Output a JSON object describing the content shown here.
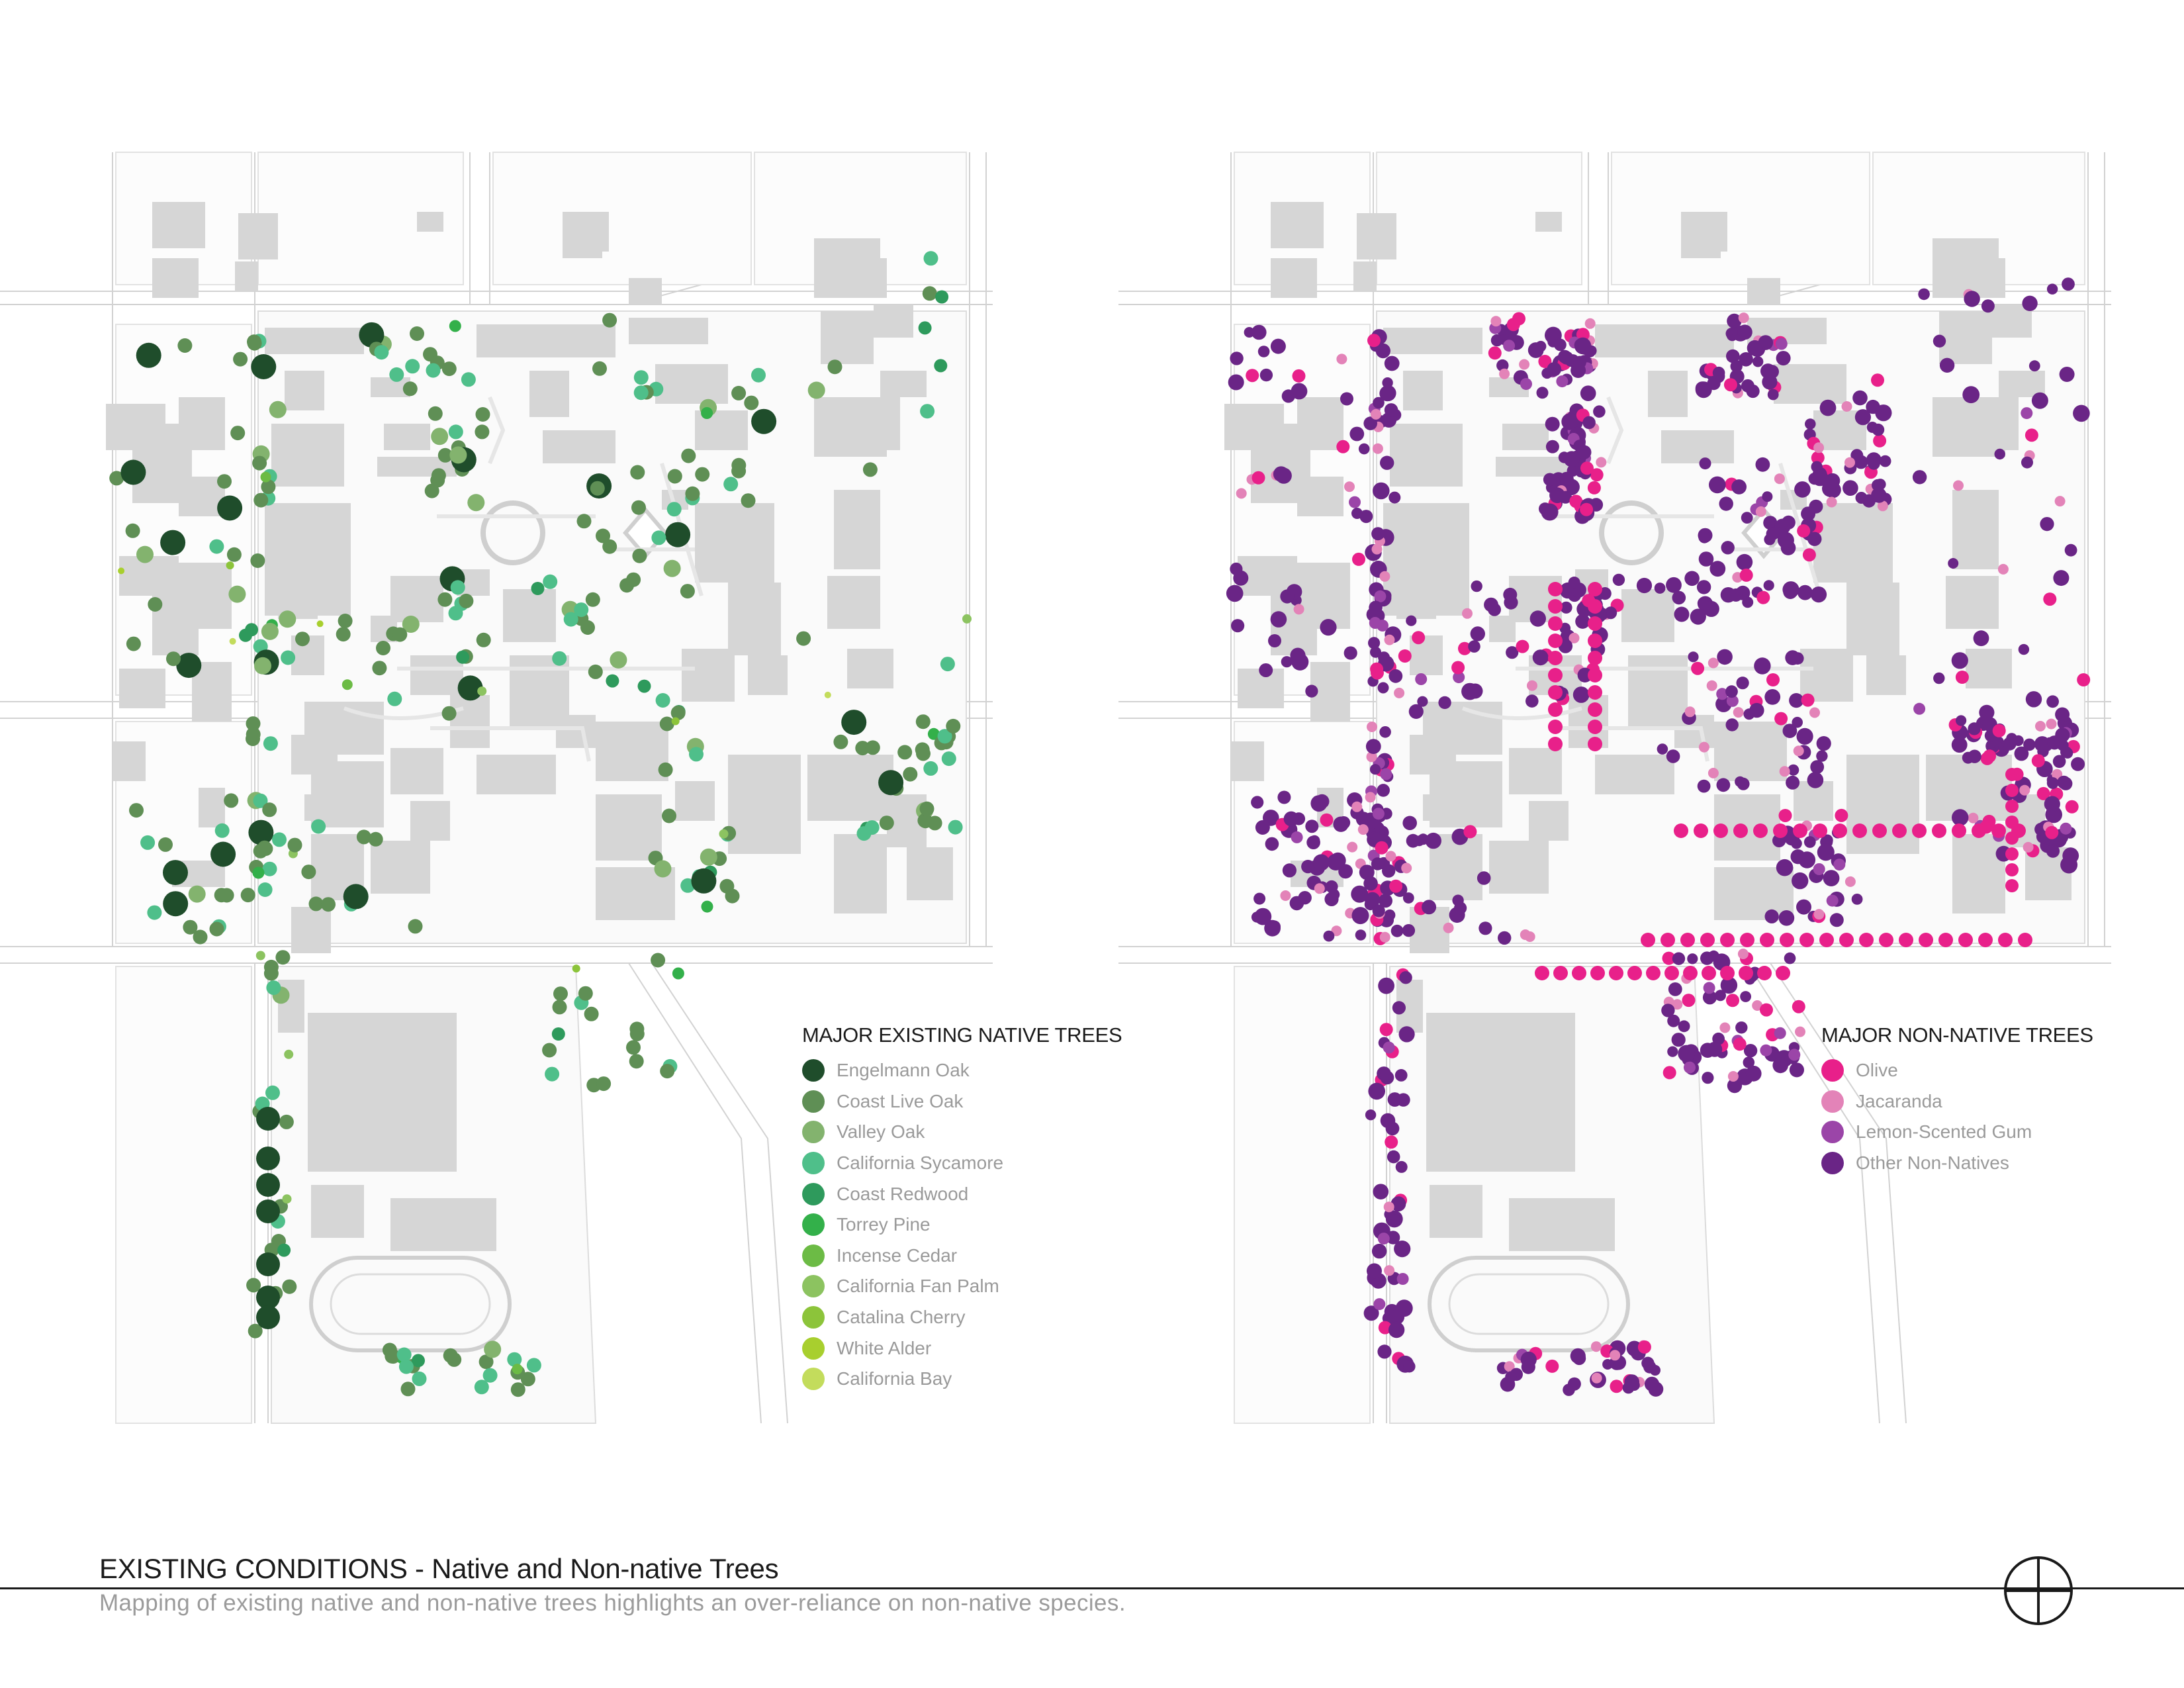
{
  "native_legend": {
    "title": "MAJOR EXISTING NATIVE TREES",
    "items": [
      {
        "label": "Engelmann Oak",
        "color": "#1f4d2b"
      },
      {
        "label": "Coast Live Oak",
        "color": "#5f8f55"
      },
      {
        "label": "Valley Oak",
        "color": "#83b36e"
      },
      {
        "label": "California Sycamore",
        "color": "#4fbf8a"
      },
      {
        "label": "Coast Redwood",
        "color": "#2e9a5c"
      },
      {
        "label": "Torrey Pine",
        "color": "#33b04a"
      },
      {
        "label": "Incense Cedar",
        "color": "#6cbb45"
      },
      {
        "label": "California Fan Palm",
        "color": "#8cc360"
      },
      {
        "label": "Catalina Cherry",
        "color": "#8cc43a"
      },
      {
        "label": "White Alder",
        "color": "#a8cf2e"
      },
      {
        "label": "California Bay",
        "color": "#c3dc5c"
      }
    ]
  },
  "nonnative_legend": {
    "title": "MAJOR NON-NATIVE TREES",
    "items": [
      {
        "label": "Olive",
        "color": "#e8208a"
      },
      {
        "label": "Jacaranda",
        "color": "#e383b8"
      },
      {
        "label": "Lemon-Scented Gum",
        "color": "#9b45a8"
      },
      {
        "label": "Other Non-Natives",
        "color": "#6a2586"
      }
    ]
  },
  "footer": {
    "title": "EXISTING CONDITIONS - Native and Non-native Trees",
    "subtitle": "Mapping of existing native and non-native trees highlights an over-reliance on non-native species."
  }
}
